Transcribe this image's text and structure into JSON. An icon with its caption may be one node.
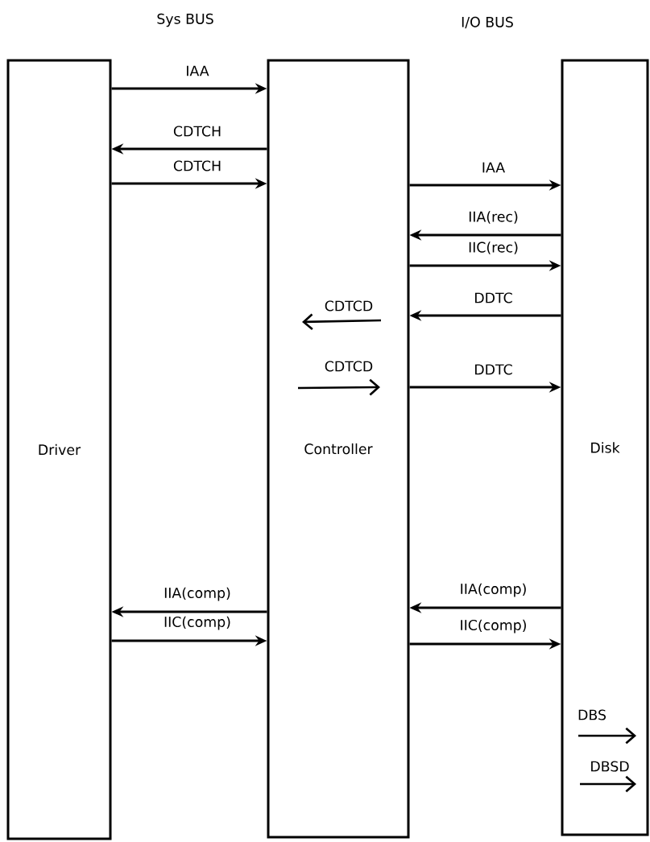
{
  "diagram": {
    "nodes": [
      {
        "text": [
          "Driver"
        ]
      },
      {
        "text": [
          "Controller"
        ]
      },
      {
        "text": [
          "Disk"
        ]
      }
    ],
    "edges": [
      {
        "from": 0,
        "to": 1,
        "arrow": "to",
        "label": "IAA"
      },
      {
        "from": 1,
        "to": 0,
        "arrow": "to",
        "label": "CDTCH"
      },
      {
        "from": 0,
        "to": 1,
        "arrow": "to",
        "label": "CDTCH"
      },
      {
        "from": 1,
        "to": 2,
        "arrow": "to",
        "label": "IAA"
      },
      {
        "from": 2,
        "to": 1,
        "arrow": "to",
        "label": "IIA(rec)"
      },
      {
        "from": 1,
        "to": 2,
        "arrow": "to",
        "label": "IIC(rec)"
      },
      {
        "from": 2,
        "to": 1,
        "arrow": "to",
        "label": "DDTC"
      },
      {
        "from": 1,
        "to": 2,
        "arrow": "to",
        "label": "DDTC"
      },
      {
        "from": 1,
        "to": 0,
        "arrow": "to",
        "label": "IIA(comp)"
      },
      {
        "from": 0,
        "to": 1,
        "arrow": "to",
        "label": "IIC(comp)"
      },
      {
        "from": 2,
        "to": 1,
        "arrow": "to",
        "label": "IIA(comp)"
      },
      {
        "from": 1,
        "to": 2,
        "arrow": "to",
        "label": "IIC(comp)"
      }
    ],
    "labels": [
      "Sys BUS",
      "I/O BUS",
      "CDTCD",
      "CDTCD",
      "DBS",
      "DBSD"
    ]
  }
}
